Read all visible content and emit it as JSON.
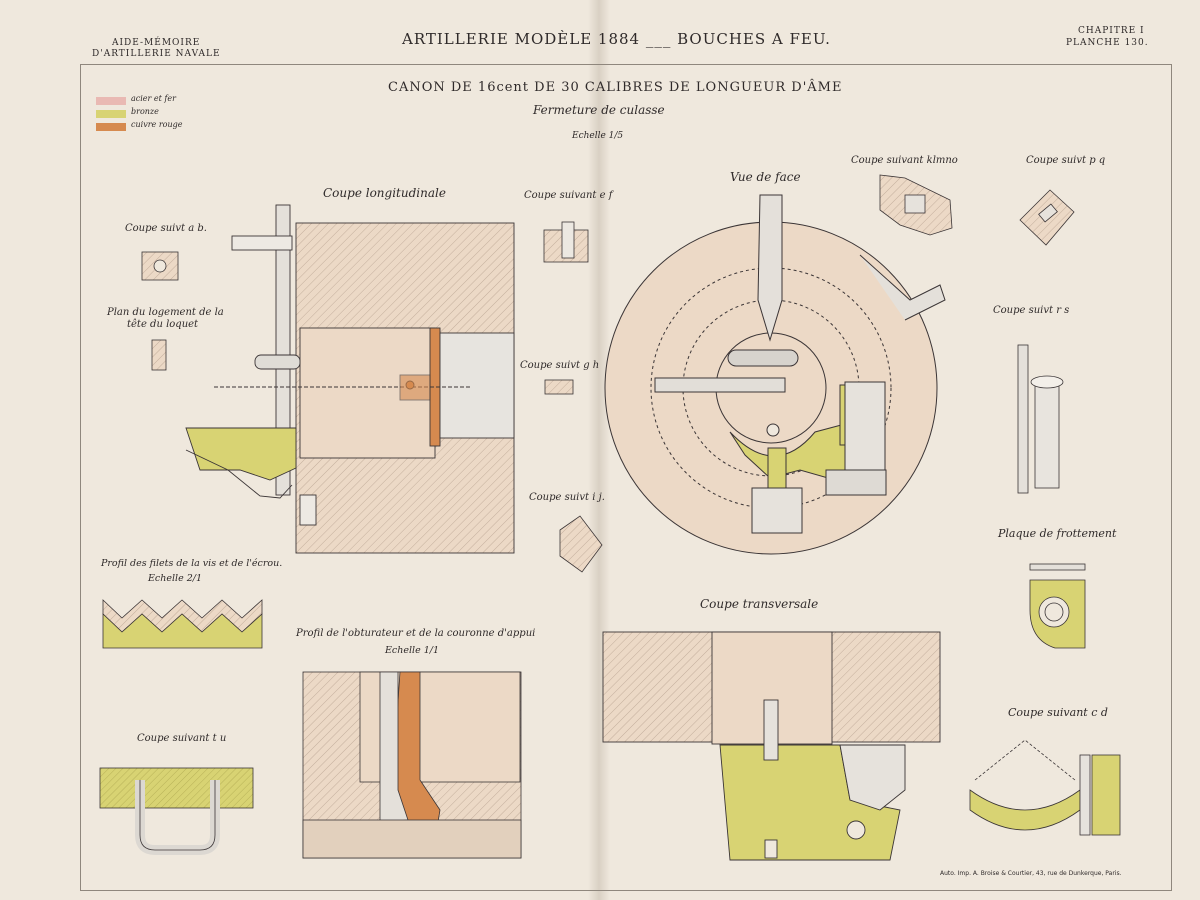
{
  "header": {
    "left_line1": "AIDE-MÉMOIRE",
    "left_line2": "D'ARTILLERIE NAVALE",
    "center_title": "ARTILLERIE MODÈLE 1884 ___ BOUCHES A FEU.",
    "right_line1": "CHAPITRE I",
    "right_line2": "PLANCHE 130."
  },
  "plate": {
    "title": "CANON DE 16cent DE 30 CALIBRES DE LONGUEUR D'ÂME",
    "subtitle": "Fermeture de culasse",
    "scale": "Echelle 1/5"
  },
  "legend": [
    {
      "label": "acier et fer",
      "color": "#e9b9b3"
    },
    {
      "label": "bronze",
      "color": "#d8d373"
    },
    {
      "label": "cuivre rouge",
      "color": "#d68a4f"
    }
  ],
  "views": {
    "coupe_longitudinale": "Coupe longitudinale",
    "coupe_ab": "Coupe suivt a b.",
    "plan_logement_1": "Plan du logement de la",
    "plan_logement_2": "tête du loquet",
    "coupe_ef": "Coupe suivant e f",
    "coupe_gh": "Coupe suivt g h",
    "coupe_ij": "Coupe suivt i j.",
    "vue_de_face": "Vue de face",
    "coupe_klmno": "Coupe suivant klmno",
    "coupe_pq": "Coupe suivt p q",
    "coupe_rs": "Coupe suivt r s",
    "plaque_frottement": "Plaque de frottement",
    "profil_filets": "Profil des filets de la vis et de l'écrou.",
    "echelle_2": "Echelle 2/1",
    "profil_obturateur": "Profil de l'obturateur et de la couronne d'appui",
    "echelle_1": "Echelle 1/1",
    "coupe_tu": "Coupe suivant t u",
    "coupe_transversale": "Coupe transversale",
    "coupe_cd": "Coupe suivant c d"
  },
  "footer": {
    "printer": "Auto. Imp. A. Broise & Courtier, 43, rue de Dunkerque, Paris."
  },
  "colors": {
    "paper": "#efe8dd",
    "flesh": "#ecd9c6",
    "bronze": "#d8d373",
    "copper": "#d68a4f",
    "ink": "#3b3536"
  }
}
